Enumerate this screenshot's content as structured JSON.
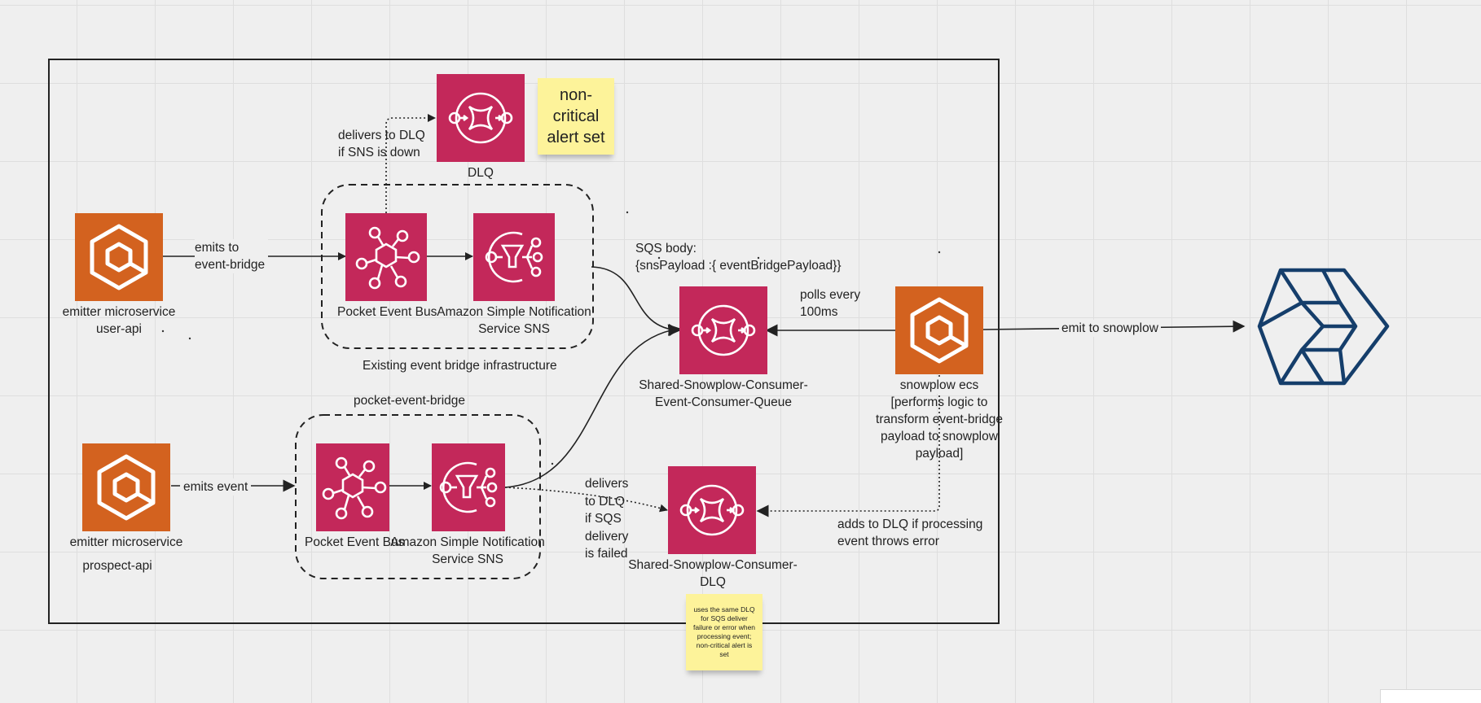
{
  "labels": {
    "dlq_top": "DLQ",
    "delivers_dlq_1": "delivers to DLQ",
    "delivers_dlq_2": "if SNS is down",
    "emits_to_1": "emits to",
    "emits_to_2": "event-bridge",
    "emitter_user_1": "emitter microservice",
    "emitter_user_2": "user-api",
    "pocket_bus_top": "Pocket Event Bus",
    "sns_top_1": "Amazon Simple Notification",
    "sns_top_2": "Service SNS",
    "existing_infra": "Existing event bridge infrastructure",
    "sqs_body_1": "SQS body:",
    "sqs_body_2": "{snsPayload :{ eventBridgePayload}}",
    "polls_1": "polls every",
    "polls_2": "100ms",
    "consumer_queue_1": "Shared-Snowplow-Consumer-",
    "consumer_queue_2": "Event-Consumer-Queue",
    "snowplow_ecs_1": "snowplow ecs",
    "snowplow_ecs_2": "[performs logic to",
    "snowplow_ecs_3": "transform event-bridge",
    "snowplow_ecs_4": "payload to snowplow",
    "snowplow_ecs_5": "payload]",
    "emit_to_snowplow": "emit to snowplow",
    "pocket_event_bridge": "pocket-event-bridge",
    "emits_event": "emits event",
    "emitter_prospect_1": "emitter microservice",
    "emitter_prospect_2": "prospect-api",
    "pocket_bus_bottom": "Pocket Event Bus",
    "sns_bottom_1": "Amazon Simple Notification",
    "sns_bottom_2": "Service SNS",
    "delivers_sqs_1": "delivers",
    "delivers_sqs_2": "to DLQ",
    "delivers_sqs_3": "if SQS",
    "delivers_sqs_4": "delivery",
    "delivers_sqs_5": "is failed",
    "consumer_dlq_1": "Shared-Snowplow-Consumer-",
    "consumer_dlq_2": "DLQ",
    "adds_dlq_1": "adds to DLQ if processing",
    "adds_dlq_2": "event throws error"
  },
  "notes": {
    "big": "non-critical alert set",
    "small": "uses the same DLQ for SQS deliver failure or error when processing event; non-critical alert is set"
  },
  "colors": {
    "compute_orange": "#d3621f",
    "integration_pink": "#c3285a",
    "snowplow_navy": "#153e6b",
    "sticky_yellow": "#fdf39a",
    "line": "#222222"
  },
  "icons": {
    "ecs": "ecs-container-icon",
    "eventbridge": "eventbridge-icon",
    "sns": "sns-icon",
    "sqs": "sqs-queue-icon",
    "snowplow": "snowplow-logo-icon"
  }
}
